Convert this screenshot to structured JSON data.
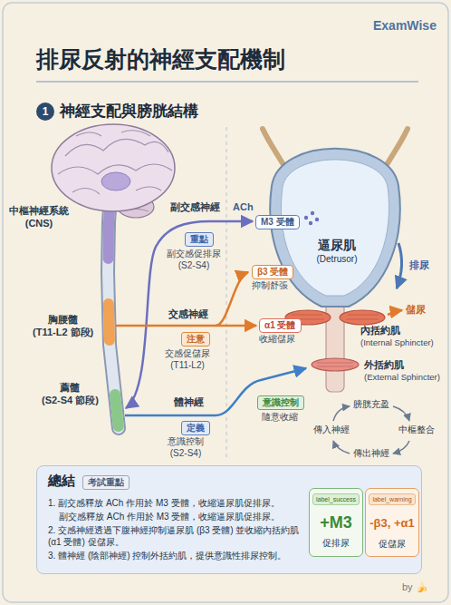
{
  "diagram": {
    "title": "排尿反射的神經支配機制",
    "nodes": [
      {
        "text": [
          "1"
        ]
      },
      {
        "text": [
          "重點"
        ]
      },
      {
        "text": [
          "注意"
        ]
      },
      {
        "text": [
          "定義"
        ]
      },
      {
        "text": [
          "M3 受體"
        ]
      },
      {
        "text": [
          "β3 受體"
        ]
      },
      {
        "text": [
          "α1 受體"
        ]
      },
      {
        "text": [
          "意識控制"
        ]
      },
      {
        "text": [
          "總結",
          "1. 副交感釋放 ACh 作用於 M3 受體，收縮逼尿肌促排尿。",
          "副交感釋放 ACh 作用於 M3 受體，收縮逼尿肌促排尿。",
          "2. 交感神經透過下腹神經抑制逼尿肌 (β3 受體) 並收縮內括約肌 (α1 受體) 促儲尿。",
          "3. 體神經 (陰部神經) 控制外括約肌，提供意識性排尿控制。"
        ]
      },
      {
        "text": [
          "考試重點"
        ],
        "in": 8
      },
      {
        "text": [
          "label_success",
          "+M3",
          "促排尿"
        ],
        "in": 8
      },
      {
        "text": [
          "label_warning",
          "-β3, +α1",
          "促儲尿"
        ],
        "in": 8
      }
    ],
    "labels": [
      "ExamWise",
      "神經支配與膀胱結構",
      "中樞神經系統 (CNS)",
      "胸腰髓 (T11-L2 節段)",
      "薦髓 (S2-S4 節段)",
      "副交感神經",
      "副交感促排尿 (S2-S4)",
      "交感神經",
      "交感促儲尿 (T11-L2)",
      "體神經",
      "意識控制 (S2-S4)",
      "ACh",
      "逼尿肌 (Detrusor)",
      "抑制舒張",
      "收縮儲尿",
      "排尿",
      "儲尿",
      "內括約肌 (Internal Sphincter)",
      "外括約肌 (External Sphincter)",
      "隨意收縮",
      "膀胱充盈",
      "中樞整合",
      "傳出神經",
      "傳入神經",
      "by 🍌"
    ]
  }
}
